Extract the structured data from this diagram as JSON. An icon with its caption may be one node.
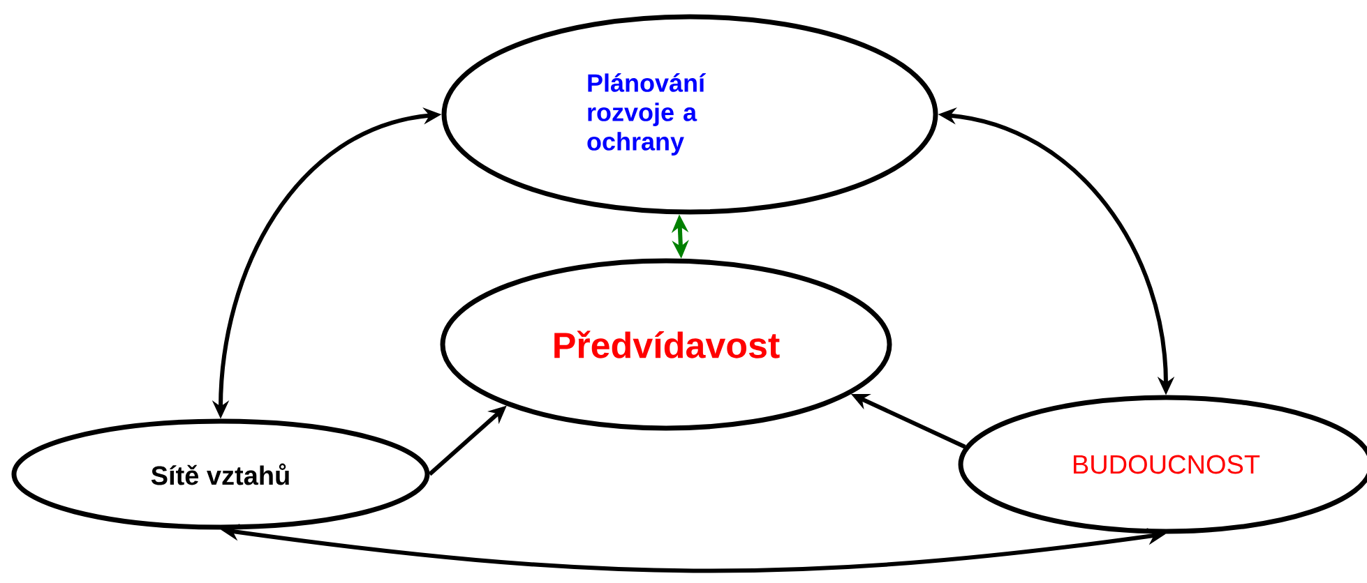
{
  "diagram": {
    "nodes": [
      {
        "text": [
          "Plánování rozvoje a ochrany"
        ]
      },
      {
        "text": [
          "Předvídavost"
        ]
      },
      {
        "text": [
          "Sítě vztahů"
        ]
      },
      {
        "text": [
          "BUDOUCNOST"
        ]
      }
    ],
    "edges": [
      {
        "from": 0,
        "to": 2,
        "arrow": "both"
      },
      {
        "from": 0,
        "to": 3,
        "arrow": "both"
      },
      {
        "from": 0,
        "to": 1,
        "arrow": "both",
        "color": "#008000"
      },
      {
        "from": 2,
        "to": 1,
        "arrow": "to"
      },
      {
        "from": 3,
        "to": 1,
        "arrow": "to"
      },
      {
        "from": 2,
        "to": 3,
        "arrow": "both"
      }
    ]
  }
}
